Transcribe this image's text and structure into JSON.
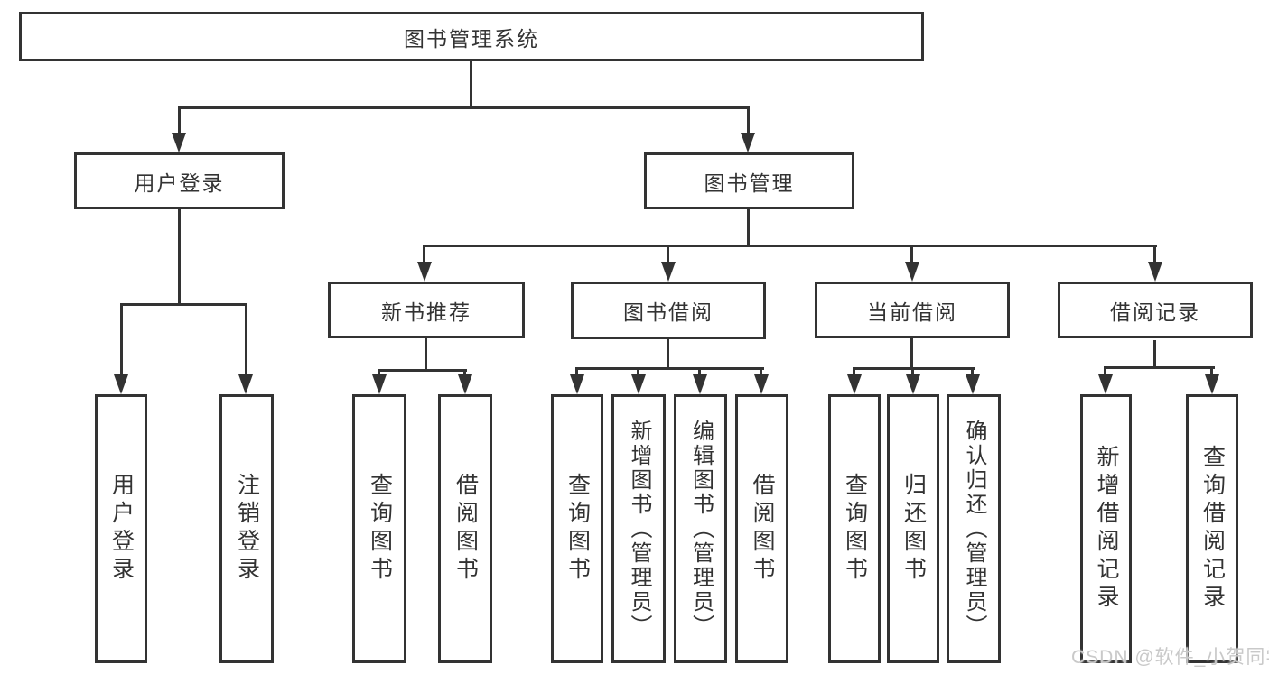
{
  "diagram": {
    "title": "图书管理系统",
    "tree": {
      "root": {
        "label": "图书管理系统"
      },
      "children": [
        {
          "label": "用户登录",
          "children": [
            {
              "label": "用户登录"
            },
            {
              "label": "注销登录"
            }
          ]
        },
        {
          "label": "图书管理",
          "children": [
            {
              "label": "新书推荐",
              "children": [
                {
                  "label": "查询图书"
                },
                {
                  "label": "借阅图书"
                }
              ]
            },
            {
              "label": "图书借阅",
              "children": [
                {
                  "label": "查询图书"
                },
                {
                  "label": "新增图书（管理员）"
                },
                {
                  "label": "编辑图书（管理员）"
                },
                {
                  "label": "借阅图书"
                }
              ]
            },
            {
              "label": "当前借阅",
              "children": [
                {
                  "label": "查询图书"
                },
                {
                  "label": "归还图书"
                },
                {
                  "label": "确认归还（管理员）"
                }
              ]
            },
            {
              "label": "借阅记录",
              "children": [
                {
                  "label": "新增借阅记录"
                },
                {
                  "label": "查询借阅记录"
                }
              ]
            }
          ]
        }
      ]
    }
  },
  "watermark": {
    "text": "CSDN @软件_小贺同学"
  },
  "colors": {
    "line": "#333333",
    "text": "#333333",
    "background": "#ffffff",
    "watermark": "#c9c9c9"
  }
}
